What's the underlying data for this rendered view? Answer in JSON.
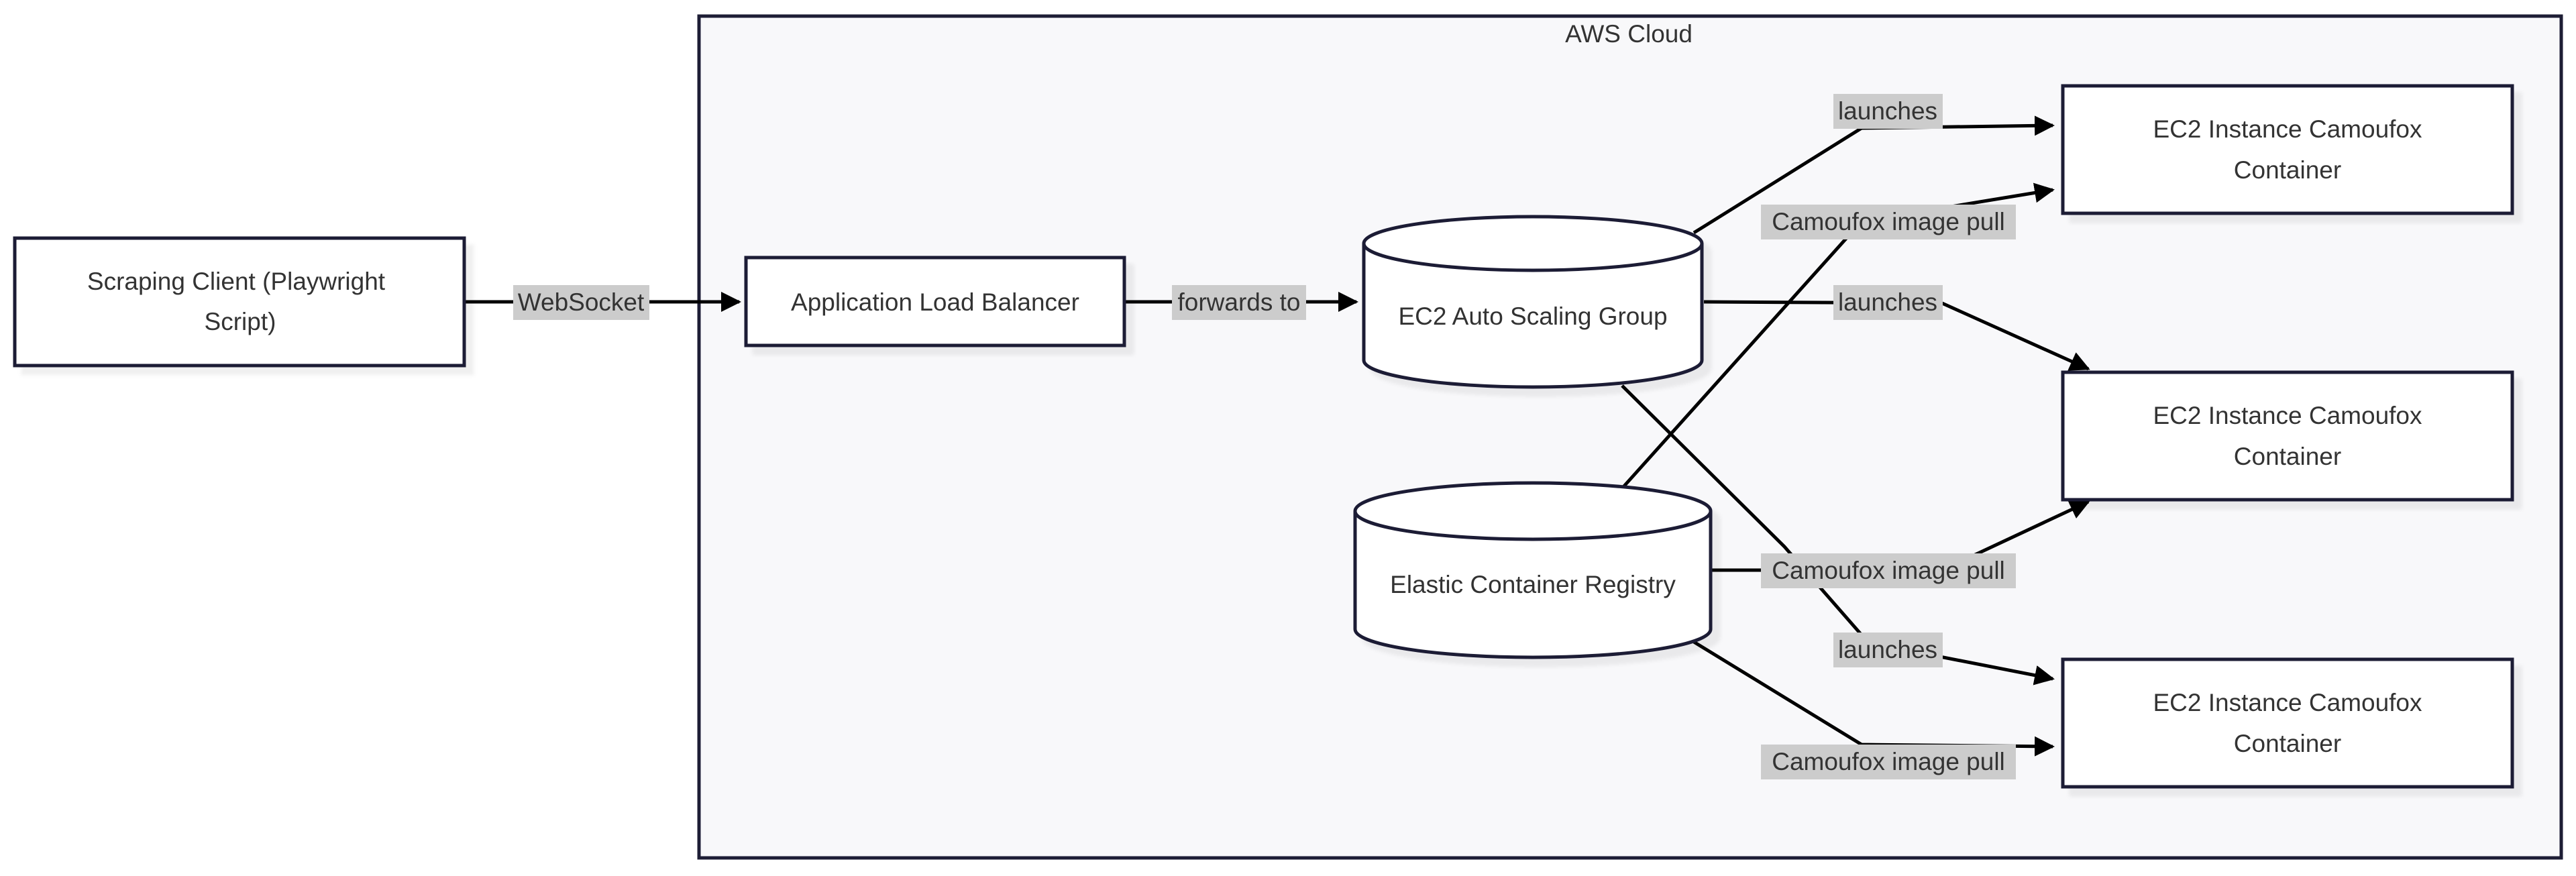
{
  "cluster": {
    "title": "AWS Cloud"
  },
  "nodes": {
    "client": {
      "line1": "Scraping Client (Playwright",
      "line2": "Script)"
    },
    "alb": {
      "label": "Application Load Balancer"
    },
    "asg": {
      "label": "EC2 Auto Scaling Group"
    },
    "ecr": {
      "label": "Elastic Container Registry"
    },
    "ec2_1": {
      "line1": "EC2 Instance Camoufox",
      "line2": "Container"
    },
    "ec2_2": {
      "line1": "EC2 Instance Camoufox",
      "line2": "Container"
    },
    "ec2_3": {
      "line1": "EC2 Instance Camoufox",
      "line2": "Container"
    }
  },
  "edges": {
    "websocket": "WebSocket",
    "forwards_to": "forwards to",
    "launches_1": "launches",
    "launches_2": "launches",
    "launches_3": "launches",
    "pull_1": "Camoufox image pull",
    "pull_2": "Camoufox image pull",
    "pull_3": "Camoufox image pull"
  },
  "colors": {
    "stroke": "#1d1d35",
    "node_fill": "#ffffff",
    "cluster_fill": "#f8f8fa",
    "label_bg": "#cccccc",
    "text": "#333333"
  }
}
